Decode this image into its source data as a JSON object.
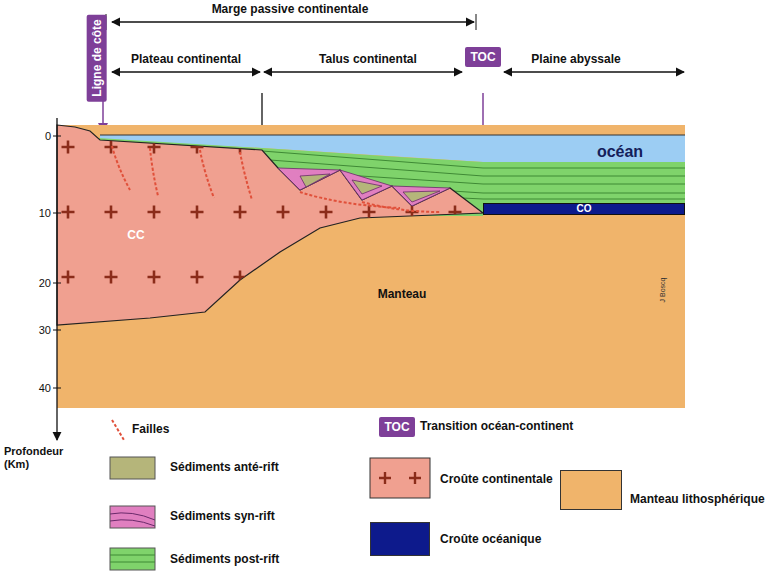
{
  "diagram": {
    "nodes": [
      {
        "text": [
          "Ligne de côte"
        ]
      },
      {
        "text": [
          "TOC"
        ]
      },
      {
        "text": [
          "CO"
        ]
      },
      {
        "text": [
          "TOC"
        ]
      }
    ],
    "labels": [
      "Marge passive continentale",
      "Plateau continental",
      "Talus continental",
      "Plaine abyssale",
      "océan",
      "CC",
      "Manteau",
      "J Boscq",
      "0",
      "10",
      "20",
      "30",
      "40",
      "Profondeur (Km)"
    ],
    "legend": [
      {
        "text": "Failles"
      },
      {
        "text": "Sédiments anté-rift"
      },
      {
        "text": "Sédiments syn-rift"
      },
      {
        "text": "Sédiments post-rift"
      },
      {
        "text": "Transition océan-continent"
      },
      {
        "text": "Croûte continentale"
      },
      {
        "text": "Croûte océanique",
        "color": "#0d1a8c"
      },
      {
        "text": "Manteau lithosphérique",
        "color": "#f0b46b"
      }
    ]
  }
}
